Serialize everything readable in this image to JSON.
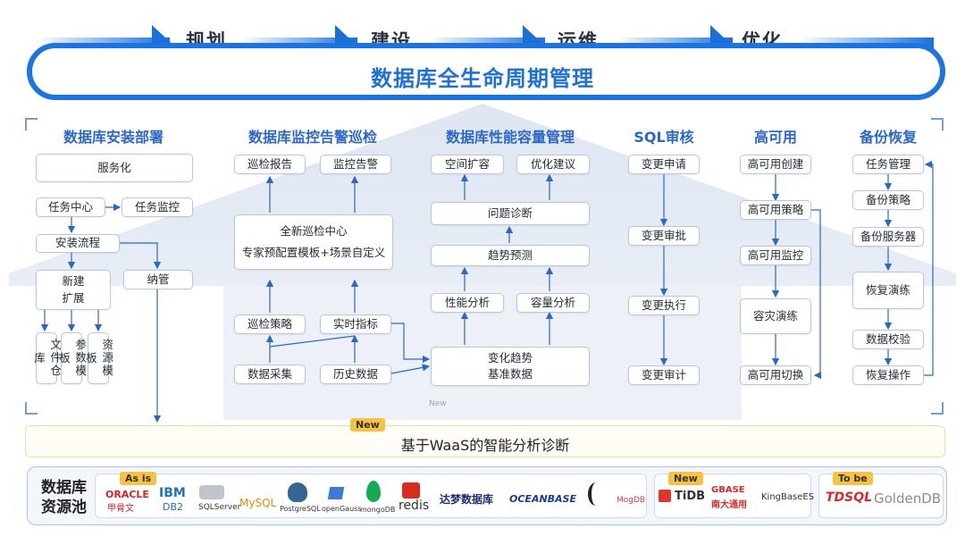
{
  "phases": [
    "规划",
    "建设",
    "运维",
    "优化"
  ],
  "banner_title": "数据库全生命周期管理",
  "columns": {
    "install": {
      "title": "数据库安装部署",
      "service": "服务化",
      "task_center": "任务中心",
      "task_monitor": "任务监控",
      "install_flow": "安装流程",
      "new_expand": "新建\n扩展",
      "manage": "纳管",
      "vertical": [
        "文件仓库",
        "参数模板",
        "资源模板"
      ]
    },
    "monitor": {
      "title": "数据库监控告警巡检",
      "report": "巡检报告",
      "alarm": "监控告警",
      "center_line1": "全新巡检中心",
      "center_line2": "专家预配置模板+场景自定义",
      "strategy": "巡检策略",
      "realtime": "实时指标",
      "collect": "数据采集",
      "history": "历史数据"
    },
    "perf": {
      "title": "数据库性能容量管理",
      "space": "空间扩容",
      "optimize": "优化建议",
      "diagnose": "问题诊断",
      "forecast": "趋势预测",
      "perf_analysis": "性能分析",
      "cap_analysis": "容量分析",
      "trend_line1": "变化趋势",
      "trend_line2": "基准数据",
      "new_label": "New"
    },
    "sql": {
      "title": "SQL审核",
      "items": [
        "变更申请",
        "变更审批",
        "变更执行",
        "变更审计"
      ]
    },
    "ha": {
      "title": "高可用",
      "items": [
        "高可用创建",
        "高可用策略",
        "高可用监控",
        "容灾演练",
        "高可用切换"
      ]
    },
    "backup": {
      "title": "备份恢复",
      "items": [
        "任务管理",
        "备份策略",
        "备份服务器",
        "恢复演练",
        "数据校验",
        "恢复操作"
      ]
    }
  },
  "waas": {
    "badge": "New",
    "text": "基于WaaS的智能分析诊断"
  },
  "pool": {
    "label": "数据库\n资源池",
    "asis_badge": "As is",
    "asis_logos": [
      "ORACLE",
      "甲骨文",
      "IBM",
      "DB2",
      "SQLServer",
      "MySQL",
      "PostgreSQL",
      "openGauss",
      "mongoDB",
      "redis",
      "达梦数据库",
      "OCEANBASE",
      "MogDB"
    ],
    "new_badge": "New",
    "new_logos": [
      "TiDB",
      "GBASE",
      "南大通用",
      "KingBaseES"
    ],
    "tobe_badge": "To be",
    "tobe_logos": [
      "TDSQL",
      "GoldenDB"
    ]
  },
  "colors": {
    "accent": "#1b74e0",
    "column_title": "#2b67c9",
    "badge": "#f5c242"
  }
}
